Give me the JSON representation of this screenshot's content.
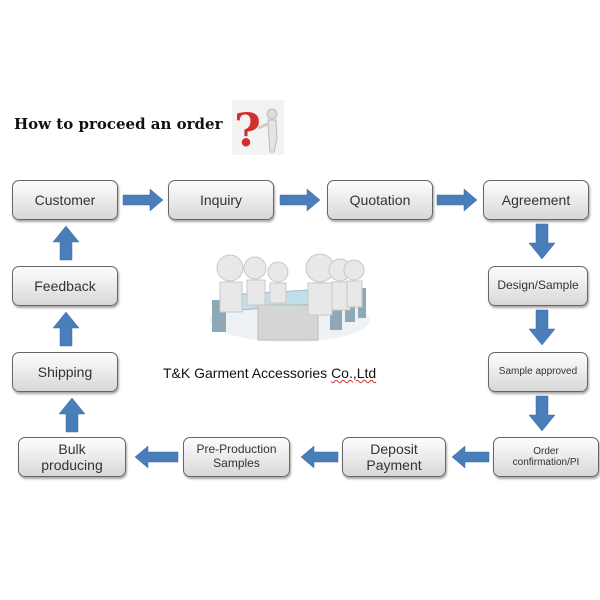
{
  "title": "How to proceed an order",
  "company": {
    "name": "T&K Garment Accessories",
    "suffix": "Co.,Ltd"
  },
  "steps": [
    {
      "label": "Customer"
    },
    {
      "label": "Inquiry"
    },
    {
      "label": "Quotation"
    },
    {
      "label": "Agreement"
    },
    {
      "label": "Design/Sample"
    },
    {
      "label": "Sample approved"
    },
    {
      "label": "Order confirmation/PI"
    },
    {
      "label": "Deposit Payment"
    },
    {
      "label": "Pre-Production Samples"
    },
    {
      "label": "Bulk producing"
    },
    {
      "label": "Shipping"
    },
    {
      "label": "Feedback"
    }
  ],
  "colors": {
    "arrow": "#4a7ebb",
    "box_border": "#666666",
    "question_mark": "#d03030"
  },
  "icons": [
    "question-mark-person-icon",
    "meeting-table-people-icon"
  ]
}
